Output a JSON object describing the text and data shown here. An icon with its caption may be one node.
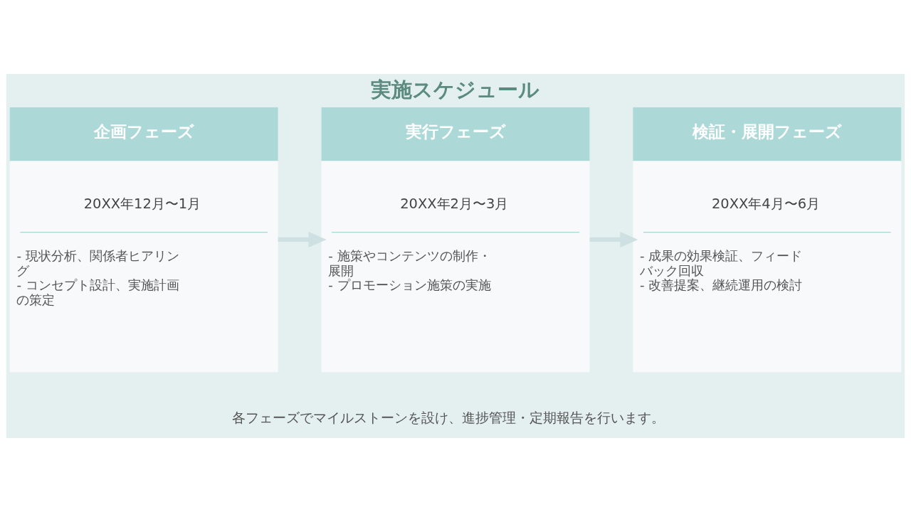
{
  "diagram": {
    "title": "実施スケジュール",
    "caption": "各フェーズでマイルストーンを設け、進捗管理・定期報告を行います。",
    "nodes": [
      {
        "text": [
          "企画フェーズ",
          "20XX年12月〜1月",
          "- 現状分析、関係者ヒアリング",
          "- コンセプト設計、実施計画の策定"
        ]
      },
      {
        "text": [
          "実行フェーズ",
          "20XX年2月〜3月",
          "- 施策やコンテンツの制作・展開",
          "- プロモーション施策の実施"
        ]
      },
      {
        "text": [
          "検証・展開フェーズ",
          "20XX年4月〜6月",
          "- 成果の効果検証、フィードバック回収",
          "- 改善提案、継続運用の検討"
        ]
      }
    ],
    "edges": [
      {
        "from": 0,
        "to": 1,
        "arrow": "to"
      },
      {
        "from": 1,
        "to": 2,
        "arrow": "to"
      }
    ]
  }
}
